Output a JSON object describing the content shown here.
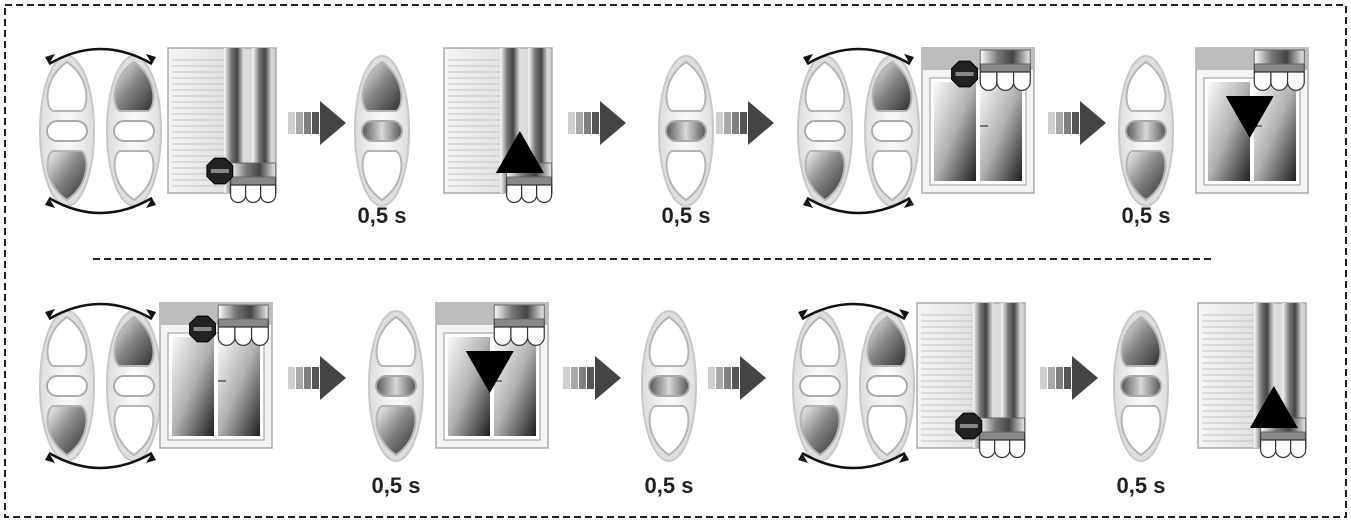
{
  "colors": {
    "ink": "#222222",
    "frame_border": "#222222",
    "arrow_fill": "#444444"
  },
  "rows": [
    {
      "sequence": [
        {
          "kind": "remote",
          "press": "up-down-double",
          "icon": "remote-double-press-icon"
        },
        {
          "kind": "window",
          "state": "roller-shutter-with-open-awning",
          "icon": "shutter-window-icon"
        },
        {
          "kind": "arrow",
          "icon": "step-arrow-icon"
        },
        {
          "kind": "remote",
          "press": "stop-up",
          "label": "0,5 s",
          "icon": "remote-stop-press-icon"
        },
        {
          "kind": "window",
          "state": "roller-shutter-moving-up",
          "icon": "shutter-window-up-icon"
        },
        {
          "kind": "arrow",
          "icon": "step-arrow-icon"
        },
        {
          "kind": "remote",
          "press": "stop",
          "label": "0,5 s",
          "icon": "remote-stop-press-icon"
        },
        {
          "kind": "arrow",
          "icon": "step-arrow-icon"
        },
        {
          "kind": "remote",
          "press": "up-down-double",
          "icon": "remote-double-press-icon"
        },
        {
          "kind": "window",
          "state": "awning-selected",
          "icon": "awning-window-icon"
        },
        {
          "kind": "arrow",
          "icon": "step-arrow-icon"
        },
        {
          "kind": "remote",
          "press": "stop-down",
          "label": "0,5 s",
          "icon": "remote-stop-press-icon"
        },
        {
          "kind": "window",
          "state": "awning-moving-down",
          "icon": "awning-window-down-icon"
        }
      ]
    },
    {
      "sequence": [
        {
          "kind": "remote",
          "press": "up-down-double",
          "icon": "remote-double-press-icon"
        },
        {
          "kind": "window",
          "state": "awning-selected",
          "icon": "awning-window-icon"
        },
        {
          "kind": "arrow",
          "icon": "step-arrow-icon"
        },
        {
          "kind": "remote",
          "press": "stop-down",
          "label": "0,5 s",
          "icon": "remote-stop-press-icon"
        },
        {
          "kind": "window",
          "state": "awning-moving-down",
          "icon": "awning-window-down-icon"
        },
        {
          "kind": "arrow",
          "icon": "step-arrow-icon"
        },
        {
          "kind": "remote",
          "press": "stop",
          "label": "0,5 s",
          "icon": "remote-stop-press-icon"
        },
        {
          "kind": "arrow",
          "icon": "step-arrow-icon"
        },
        {
          "kind": "remote",
          "press": "up-down-double",
          "icon": "remote-double-press-icon"
        },
        {
          "kind": "window",
          "state": "roller-shutter-with-open-awning",
          "icon": "shutter-window-icon"
        },
        {
          "kind": "arrow",
          "icon": "step-arrow-icon"
        },
        {
          "kind": "remote",
          "press": "stop-up",
          "label": "0,5 s",
          "icon": "remote-stop-press-icon"
        },
        {
          "kind": "window",
          "state": "roller-shutter-moving-up",
          "icon": "shutter-window-up-icon"
        }
      ]
    }
  ]
}
